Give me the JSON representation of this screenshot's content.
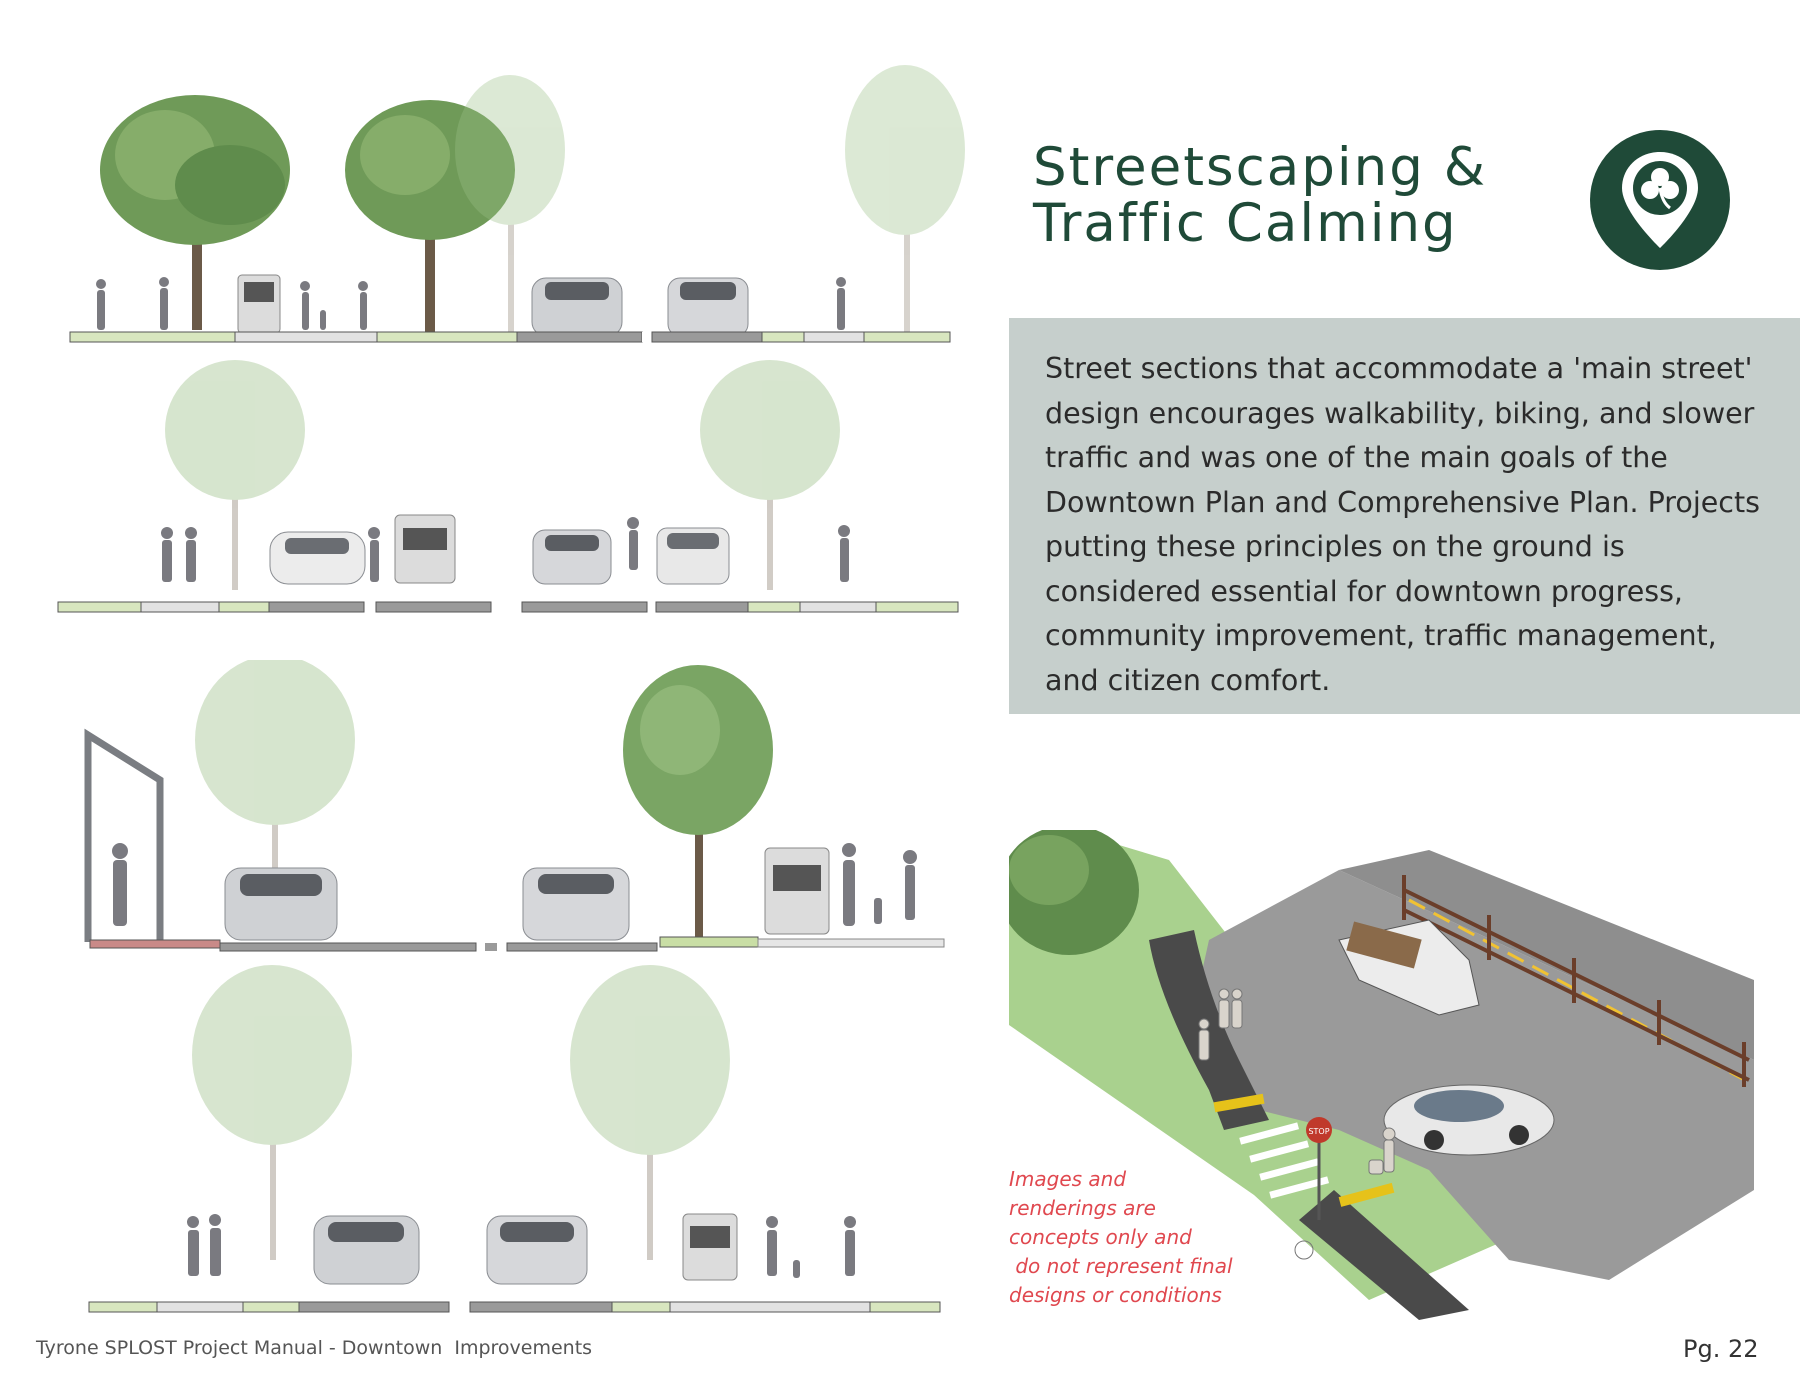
{
  "heading": {
    "line1": "Streetscaping &",
    "line2": "Traffic Calming"
  },
  "description": "Street sections that accommodate a 'main street' design encourages walkability, biking, and slower traffic and was one of the main goals of the Downtown Plan and Comprehensive Plan. Projects putting these principles on the ground is considered essential for downtown progress, community improvement, traffic management, and citizen comfort.",
  "caption": {
    "lines": [
      "Images and",
      "renderings are",
      "concepts only and",
      " do not represent final",
      "designs or conditions"
    ]
  },
  "rendering": {
    "sign_text": "STOP"
  },
  "footer": {
    "text": "Tyrone SPLOST Project Manual - Downtown  Improvements",
    "page": "Pg. 22"
  },
  "colors": {
    "brand_green": "#1f4a38",
    "desc_bg": "#c6cfcc",
    "caption_red": "#e0484f"
  },
  "icons": [
    "map-pin-icon",
    "shamrock-icon"
  ]
}
